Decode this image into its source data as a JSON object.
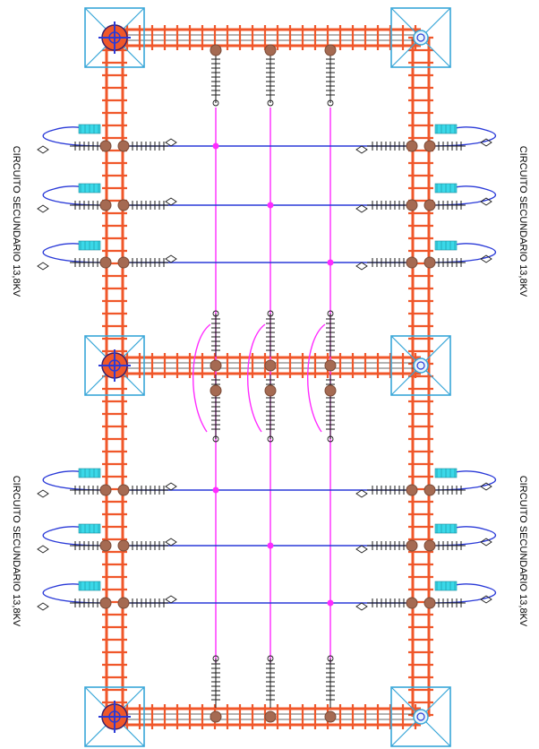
{
  "labels": {
    "left_top": "CIRCUITO SECUNDARIO 13,8KV",
    "left_bottom": "CIRCUITO SECUNDARIO 13,8KV",
    "right_top": "CIRCUITO SECUNDARIO 13,8KV",
    "right_bottom": "CIRCUITO SECUNDARIO 13,8KV"
  },
  "colors": {
    "structure": "#f0572a",
    "structure_dark": "#c8401a",
    "post": "#a56a52",
    "post_edge": "#7a4a36",
    "bay_box": "#38a6d8",
    "bus": "#ff2bff",
    "circuit": "#2a3ad8",
    "arrester": "#3ad8e8",
    "insulator": "#1a1a1a"
  }
}
